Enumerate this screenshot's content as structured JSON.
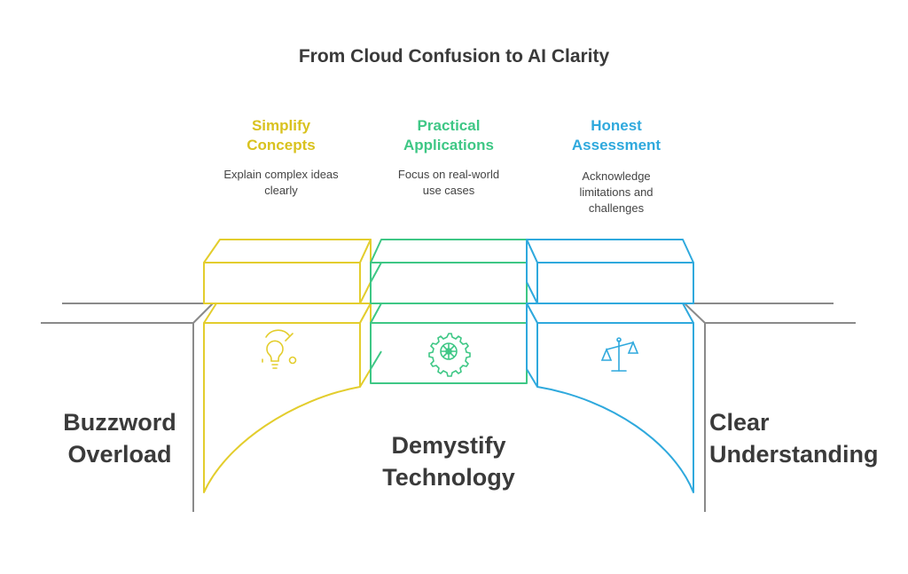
{
  "title": "From Cloud Confusion to AI Clarity",
  "colors": {
    "yellow": "#e3cd2d",
    "green": "#3ec785",
    "blue": "#2fa9dd",
    "gray": "#8a8a8a",
    "text": "#3a3a3a"
  },
  "columns": [
    {
      "title_line1": "Simplify",
      "title_line2": "Concepts",
      "desc_line1": "Explain complex ideas",
      "desc_line2": "clearly",
      "desc_line3": "",
      "icon": "lightbulb-icon"
    },
    {
      "title_line1": "Practical",
      "title_line2": "Applications",
      "desc_line1": "Focus on real-world",
      "desc_line2": "use cases",
      "desc_line3": "",
      "icon": "gear-icon"
    },
    {
      "title_line1": "Honest",
      "title_line2": "Assessment",
      "desc_line1": "Acknowledge",
      "desc_line2": "limitations and",
      "desc_line3": "challenges",
      "icon": "scales-icon"
    }
  ],
  "left_label": {
    "line1": "Buzzword",
    "line2": "Overload"
  },
  "center_label": {
    "line1": "Demystify",
    "line2": "Technology"
  },
  "right_label": {
    "line1": "Clear",
    "line2": "Understanding"
  }
}
